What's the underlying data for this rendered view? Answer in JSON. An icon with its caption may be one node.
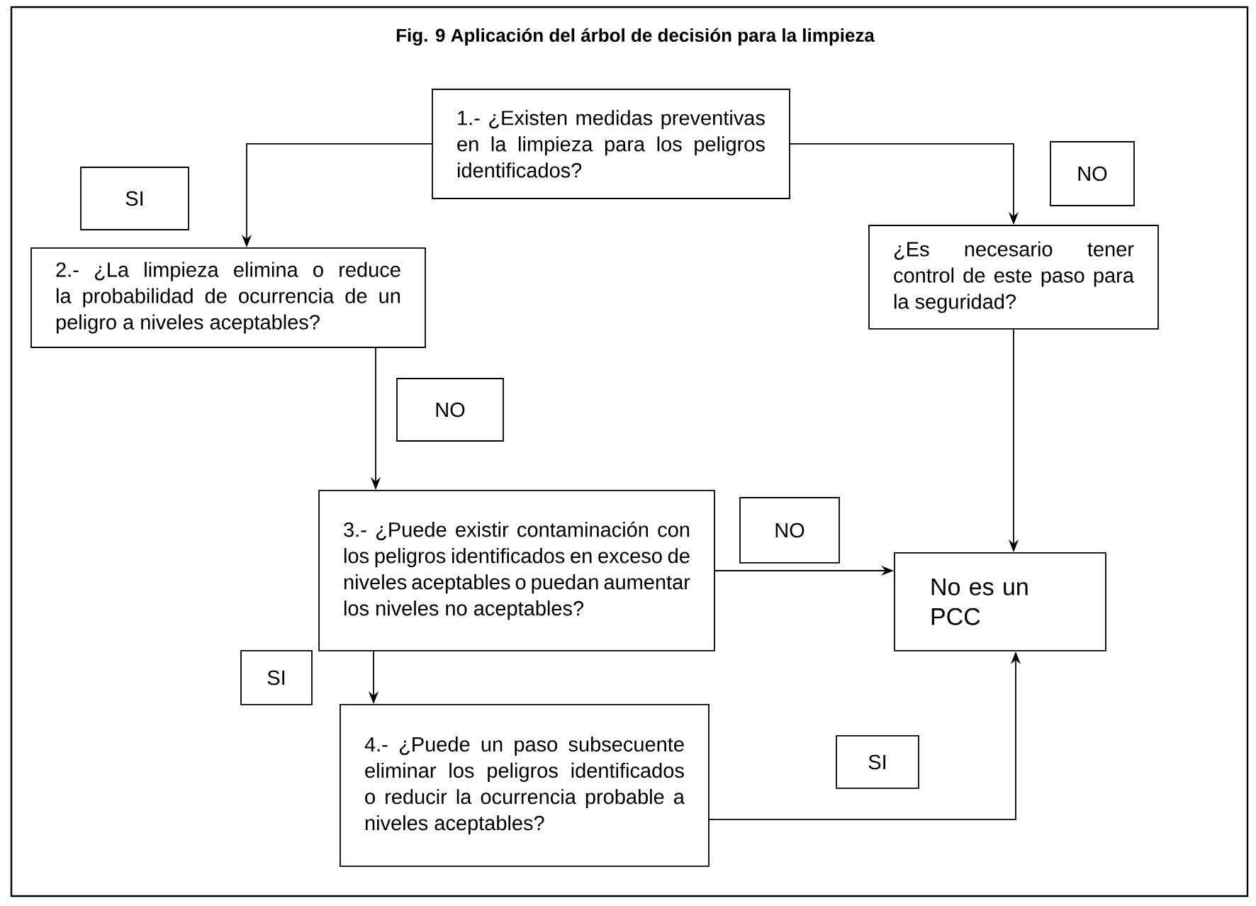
{
  "diagram": {
    "title": "Fig. 9 Aplicación del árbol de decisión para la limpieza",
    "nodes": [
      {
        "text": [
          "1.- ¿Existen medidas preventivas en la limpieza para los peligros identificados?"
        ]
      },
      {
        "text": [
          "NO"
        ]
      },
      {
        "text": [
          "SI"
        ]
      },
      {
        "text": [
          "2.- ¿La limpieza elimina o reduce la probabilidad de ocurrencia de un peligro a niveles aceptables?"
        ]
      },
      {
        "text": [
          "¿Es necesario tener control de este paso para la seguridad?"
        ]
      },
      {
        "text": [
          "NO"
        ]
      },
      {
        "text": [
          "3.- ¿Puede existir contaminación con los peligros identificados en exceso de niveles aceptables o puedan aumentar los niveles no aceptables?"
        ]
      },
      {
        "text": [
          "NO"
        ]
      },
      {
        "text": [
          "No es un PCC"
        ]
      },
      {
        "text": [
          "SI"
        ]
      },
      {
        "text": [
          "4.- ¿Puede un paso subsecuente eliminar los peligros identificados o reducir la ocurrencia probable a niveles aceptables?"
        ]
      },
      {
        "text": [
          "SI"
        ]
      }
    ],
    "edges": [
      {
        "from": 0,
        "to": 3,
        "arrow": "to"
      },
      {
        "from": 0,
        "to": 4,
        "arrow": "to"
      },
      {
        "from": 3,
        "to": 6,
        "arrow": "to"
      },
      {
        "from": 4,
        "to": 8,
        "arrow": "to"
      },
      {
        "from": 6,
        "to": 8,
        "arrow": "to"
      },
      {
        "from": 6,
        "to": 10,
        "arrow": "to"
      },
      {
        "from": 10,
        "to": 8,
        "arrow": "to"
      }
    ]
  }
}
